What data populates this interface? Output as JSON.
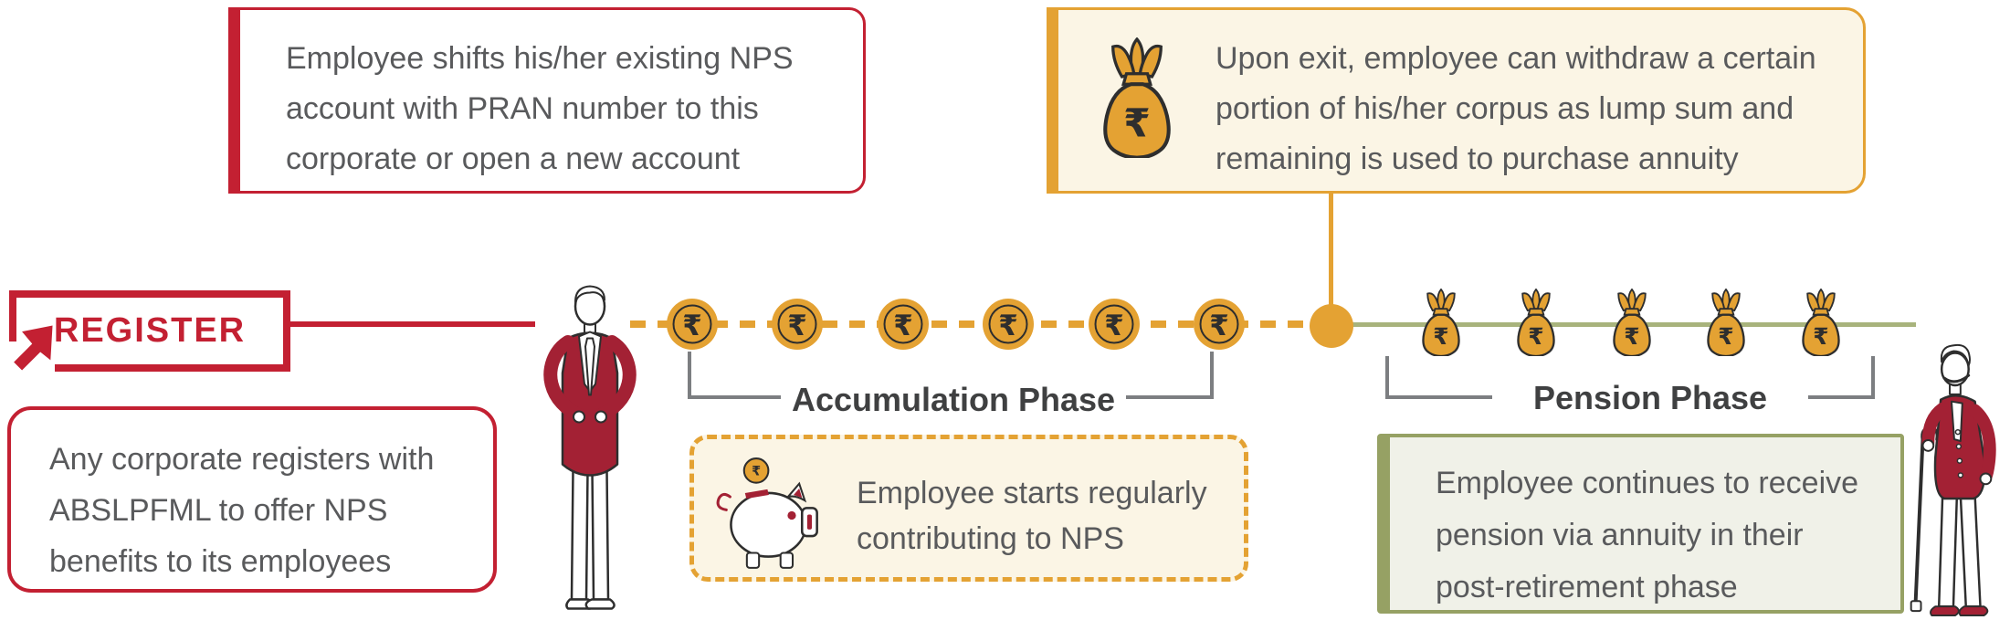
{
  "colors": {
    "accent_red": "#c32032",
    "figure_red": "#a32134",
    "gold": "#e4a233",
    "cream": "#fbf5e5",
    "olive_line": "#a8b37c",
    "olive_border": "#96a164",
    "sage_bg": "#f0f1e8",
    "text_gray": "#595a5c",
    "text_dark": "#3f4041",
    "bracket_gray": "#7c7e81"
  },
  "register": {
    "label": "REGISTER",
    "icon": "cursor-arrow-icon"
  },
  "callouts": {
    "shift_account": {
      "lines": [
        "Employee shifts his/her existing NPS",
        "account with PRAN number to this",
        "corporate or open a new account"
      ]
    },
    "withdraw": {
      "icon": "money-bag-icon",
      "lines": [
        "Upon exit, employee can withdraw a certain",
        "portion of his/her corpus as lump sum and",
        "remaining is used to purchase annuity"
      ]
    },
    "corporate_register": {
      "lines": [
        "Any corporate registers with",
        "ABSLPFML to offer NPS",
        "benefits to its employees"
      ]
    },
    "contribution": {
      "icon": "piggy-bank-icon",
      "lines": [
        "Employee starts regularly",
        "contributing to NPS"
      ]
    },
    "pension_receive": {
      "lines": [
        "Employee continues to receive",
        "pension via annuity in their",
        "post-retirement phase"
      ]
    }
  },
  "phases": {
    "accumulation": {
      "label": "Accumulation Phase"
    },
    "pension": {
      "label": "Pension Phase"
    }
  },
  "timeline": {
    "currency_symbol": "₹",
    "coin_count": 6,
    "bag_count": 5
  }
}
